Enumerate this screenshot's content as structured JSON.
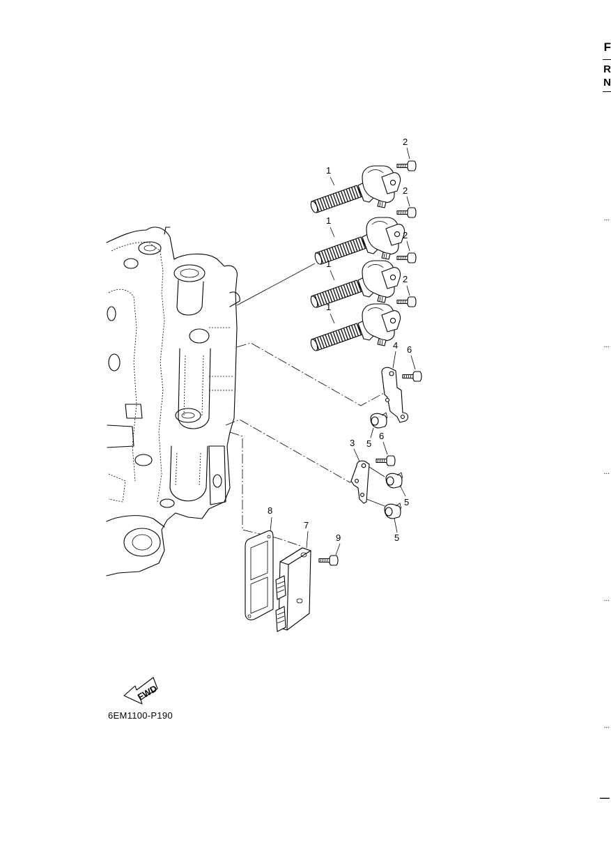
{
  "margin": {
    "chars": [
      "F",
      "R",
      "N"
    ],
    "ticks": [
      "...",
      "...",
      "...",
      "...",
      "...",
      "—"
    ]
  },
  "reference_code": "6EM1100-P190",
  "fwd_label": "FWD",
  "callouts": {
    "coil_1": "1",
    "coil_2": "1",
    "coil_3": "1",
    "coil_4": "1",
    "bolt_a": "2",
    "bolt_b": "2",
    "bolt_c": "2",
    "bolt_d": "2",
    "bracket_lower": "3",
    "bracket_upper": "4",
    "clamp_a": "5",
    "clamp_b": "5",
    "clamp_c": "5",
    "bolt_upper": "6",
    "bolt_lower": "6",
    "ecu": "7",
    "gasket": "8",
    "ecu_bolt": "9"
  }
}
